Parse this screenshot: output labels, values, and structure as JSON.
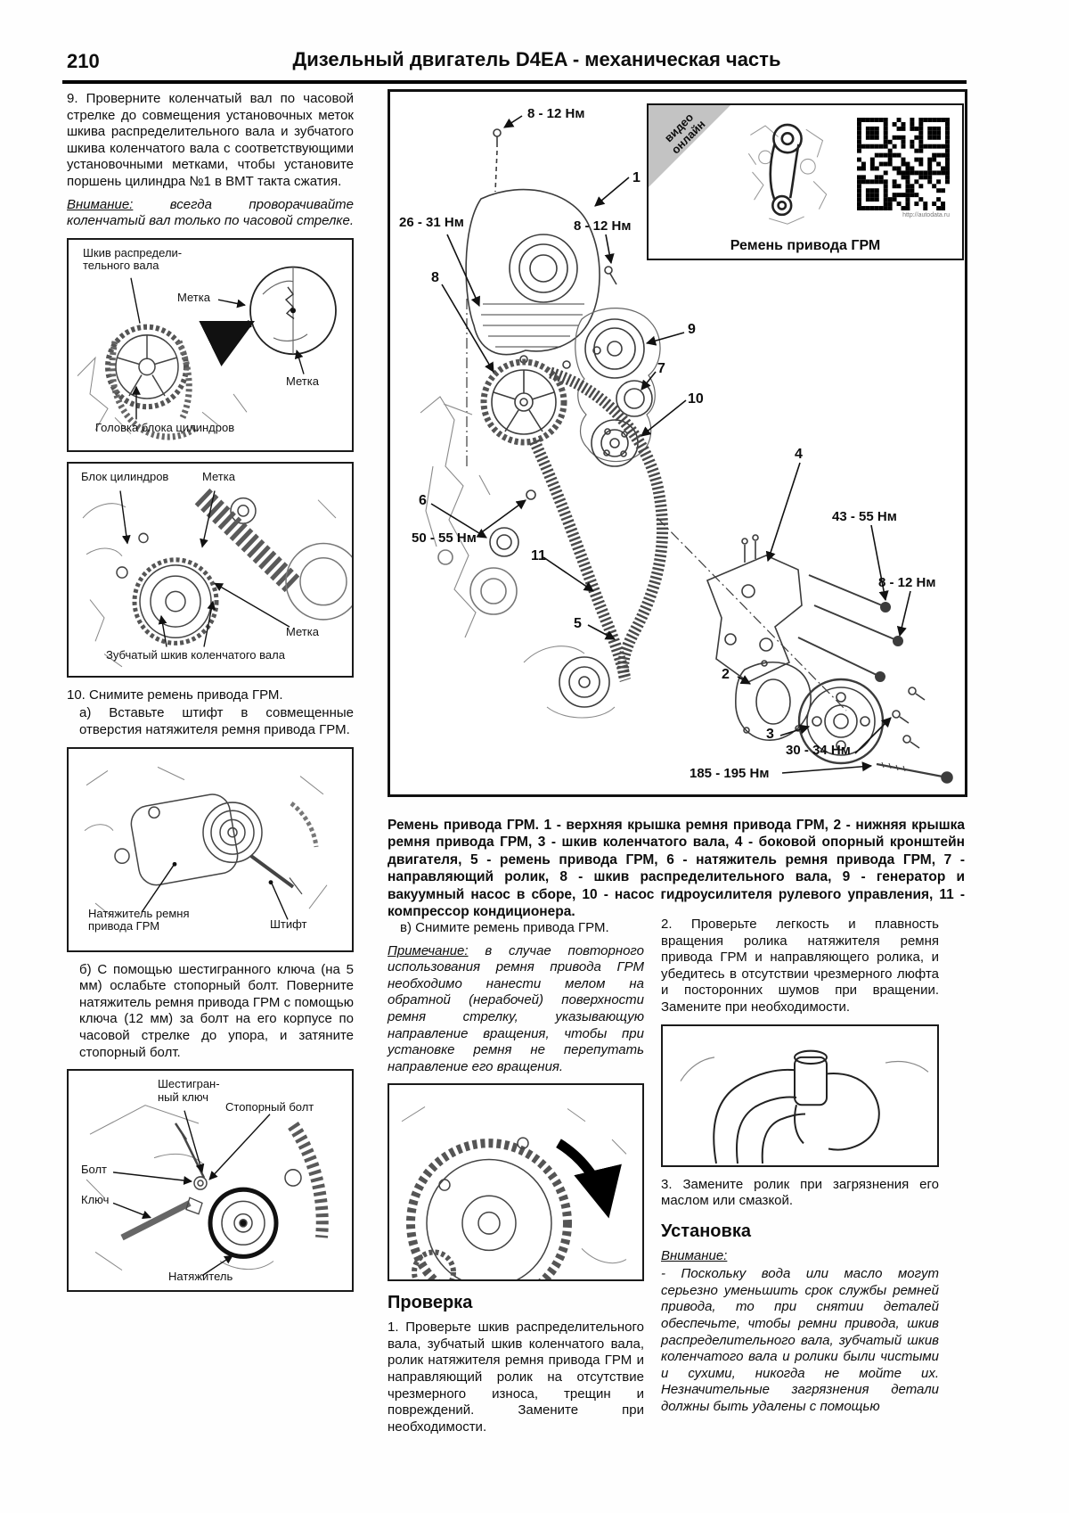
{
  "page": {
    "number": "210",
    "title": "Дизельный двигатель D4EA - механическая часть"
  },
  "left": {
    "step9": "9. Проверните коленчатый вал по часовой стрелке до совмещения установочных меток шкива распределительного вала и зубчатого шкива коленчатого вала с соответствующими установочными метками, чтобы установите поршень цилиндра №1 в ВМТ такта сжатия.",
    "attention_label": "Внимание:",
    "attention_text": "всегда проворачивайте коленчатый вал только по часовой стрелке.",
    "fig1": {
      "camshaft": "Шкив распредели-\nтельного вала",
      "mark1": "Метка",
      "mark2": "Метка",
      "head": "Головка блока цилиндров"
    },
    "fig2": {
      "block": "Блок цилиндров",
      "mark_top": "Метка",
      "mark_side": "Метка",
      "sprocket": "Зубчатый шкив коленчатого вала"
    },
    "step10": "10. Снимите ремень привода ГРМ.",
    "step10a": "а) Вставьте штифт в совмещенные отверстия натяжителя ремня привода ГРМ.",
    "fig3": {
      "tensioner": "Натяжитель ремня\nпривода ГРМ",
      "pin": "Штифт"
    },
    "step10b": "б) С помощью шестигранного ключа (на 5 мм) ослабьте стопорный болт. Поверните натяжитель ремня привода ГРМ с помощью ключа (12 мм) за болт на его корпусе по часовой стрелке до упора, и затяните стопорный болт.",
    "fig4": {
      "hex_key": "Шестигран-\nный ключ",
      "lock_bolt": "Стопорный болт",
      "bolt": "Болт",
      "wrench": "Ключ",
      "tensioner": "Натяжитель"
    }
  },
  "diagram": {
    "torques": {
      "top": "8 - 12 Нм",
      "cover_left": "26 - 31 Нм",
      "cover_right": "8 - 12 Нм",
      "pump": "50 - 55 Нм",
      "bracket": "43 - 55 Нм",
      "bracket_small": "8 - 12 Нм",
      "crank_bolts": "30 - 34 Нм",
      "crank_center": "185 - 195 Нм"
    },
    "numbers": {
      "n1": "1",
      "n2": "2",
      "n3": "3",
      "n4": "4",
      "n5": "5",
      "n6": "6",
      "n7": "7",
      "n8": "8",
      "n9": "9",
      "n10": "10",
      "n11": "11"
    },
    "video": {
      "ribbon": "видео\nонлайн",
      "caption": "Ремень привода ГРМ",
      "qr_url": "http://autodata.ru"
    }
  },
  "caption": "Ремень привода ГРМ. 1 - верхняя крышка ремня привода ГРМ, 2 - нижняя крышка ремня привода ГРМ, 3 - шкив коленчатого вала, 4 - боковой опорный кронштейн двигателя, 5 - ремень привода ГРМ, 6 - натяжитель ремня привода ГРМ, 7 - направляющий ролик, 8 - шкив распределительного вала, 9 - генератор и вакуумный насос в сборе, 10 - насос гидроусилителя рулевого управления, 11 - компрессор кондиционера.",
  "middle": {
    "step_v": "в) Снимите ремень привода ГРМ.",
    "note_label": "Примечание:",
    "note_text": "в случае повторного использования ремня привода ГРМ необходимо нанести мелом на обратной (нерабочей) поверхности ремня стрелку, указывающую направление вращения, чтобы при установке ремня не перепутать направление его вращения.",
    "check_heading": "Проверка",
    "check1": "1. Проверьте шкив распределительного вала, зубчатый шкив коленчатого вала, ролик натяжителя ремня привода ГРМ и направляющий ролик на отсутствие чрезмерного износа, трещин и повреждений. Замените при необходимости."
  },
  "right": {
    "check2": "2. Проверьте легкость и плавность вращения ролика натяжителя ремня привода ГРМ и направляющего ролика, и убедитесь в отсутствии чрезмерного люфта и посторонних шумов при вращении. Замените при необходимости.",
    "check3": "3. Замените ролик при загрязнения его маслом или смазкой.",
    "install_heading": "Установка",
    "attention_label": "Внимание:",
    "attention_item": "- Поскольку вода или масло могут серьезно уменьшить срок службы ремней привода, то при снятии деталей обеспечьте, чтобы ремни привода, шкив распределительного вала, зубчатый шкив коленчатого вала и ролики были чистыми и сухими, никогда не мойте их. Незначительные загрязнения детали должны быть удалены с помощью"
  }
}
